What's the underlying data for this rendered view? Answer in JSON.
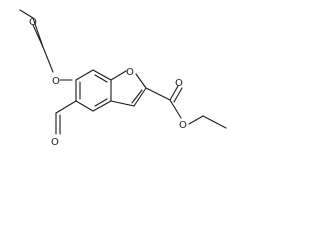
{
  "molecule": {
    "atoms": {
      "o_mom_top": "O",
      "o_ether": "O",
      "o_furan": "O",
      "o_ester_carbonyl": "O",
      "o_ester": "O",
      "o_aldehyde": "O"
    }
  }
}
